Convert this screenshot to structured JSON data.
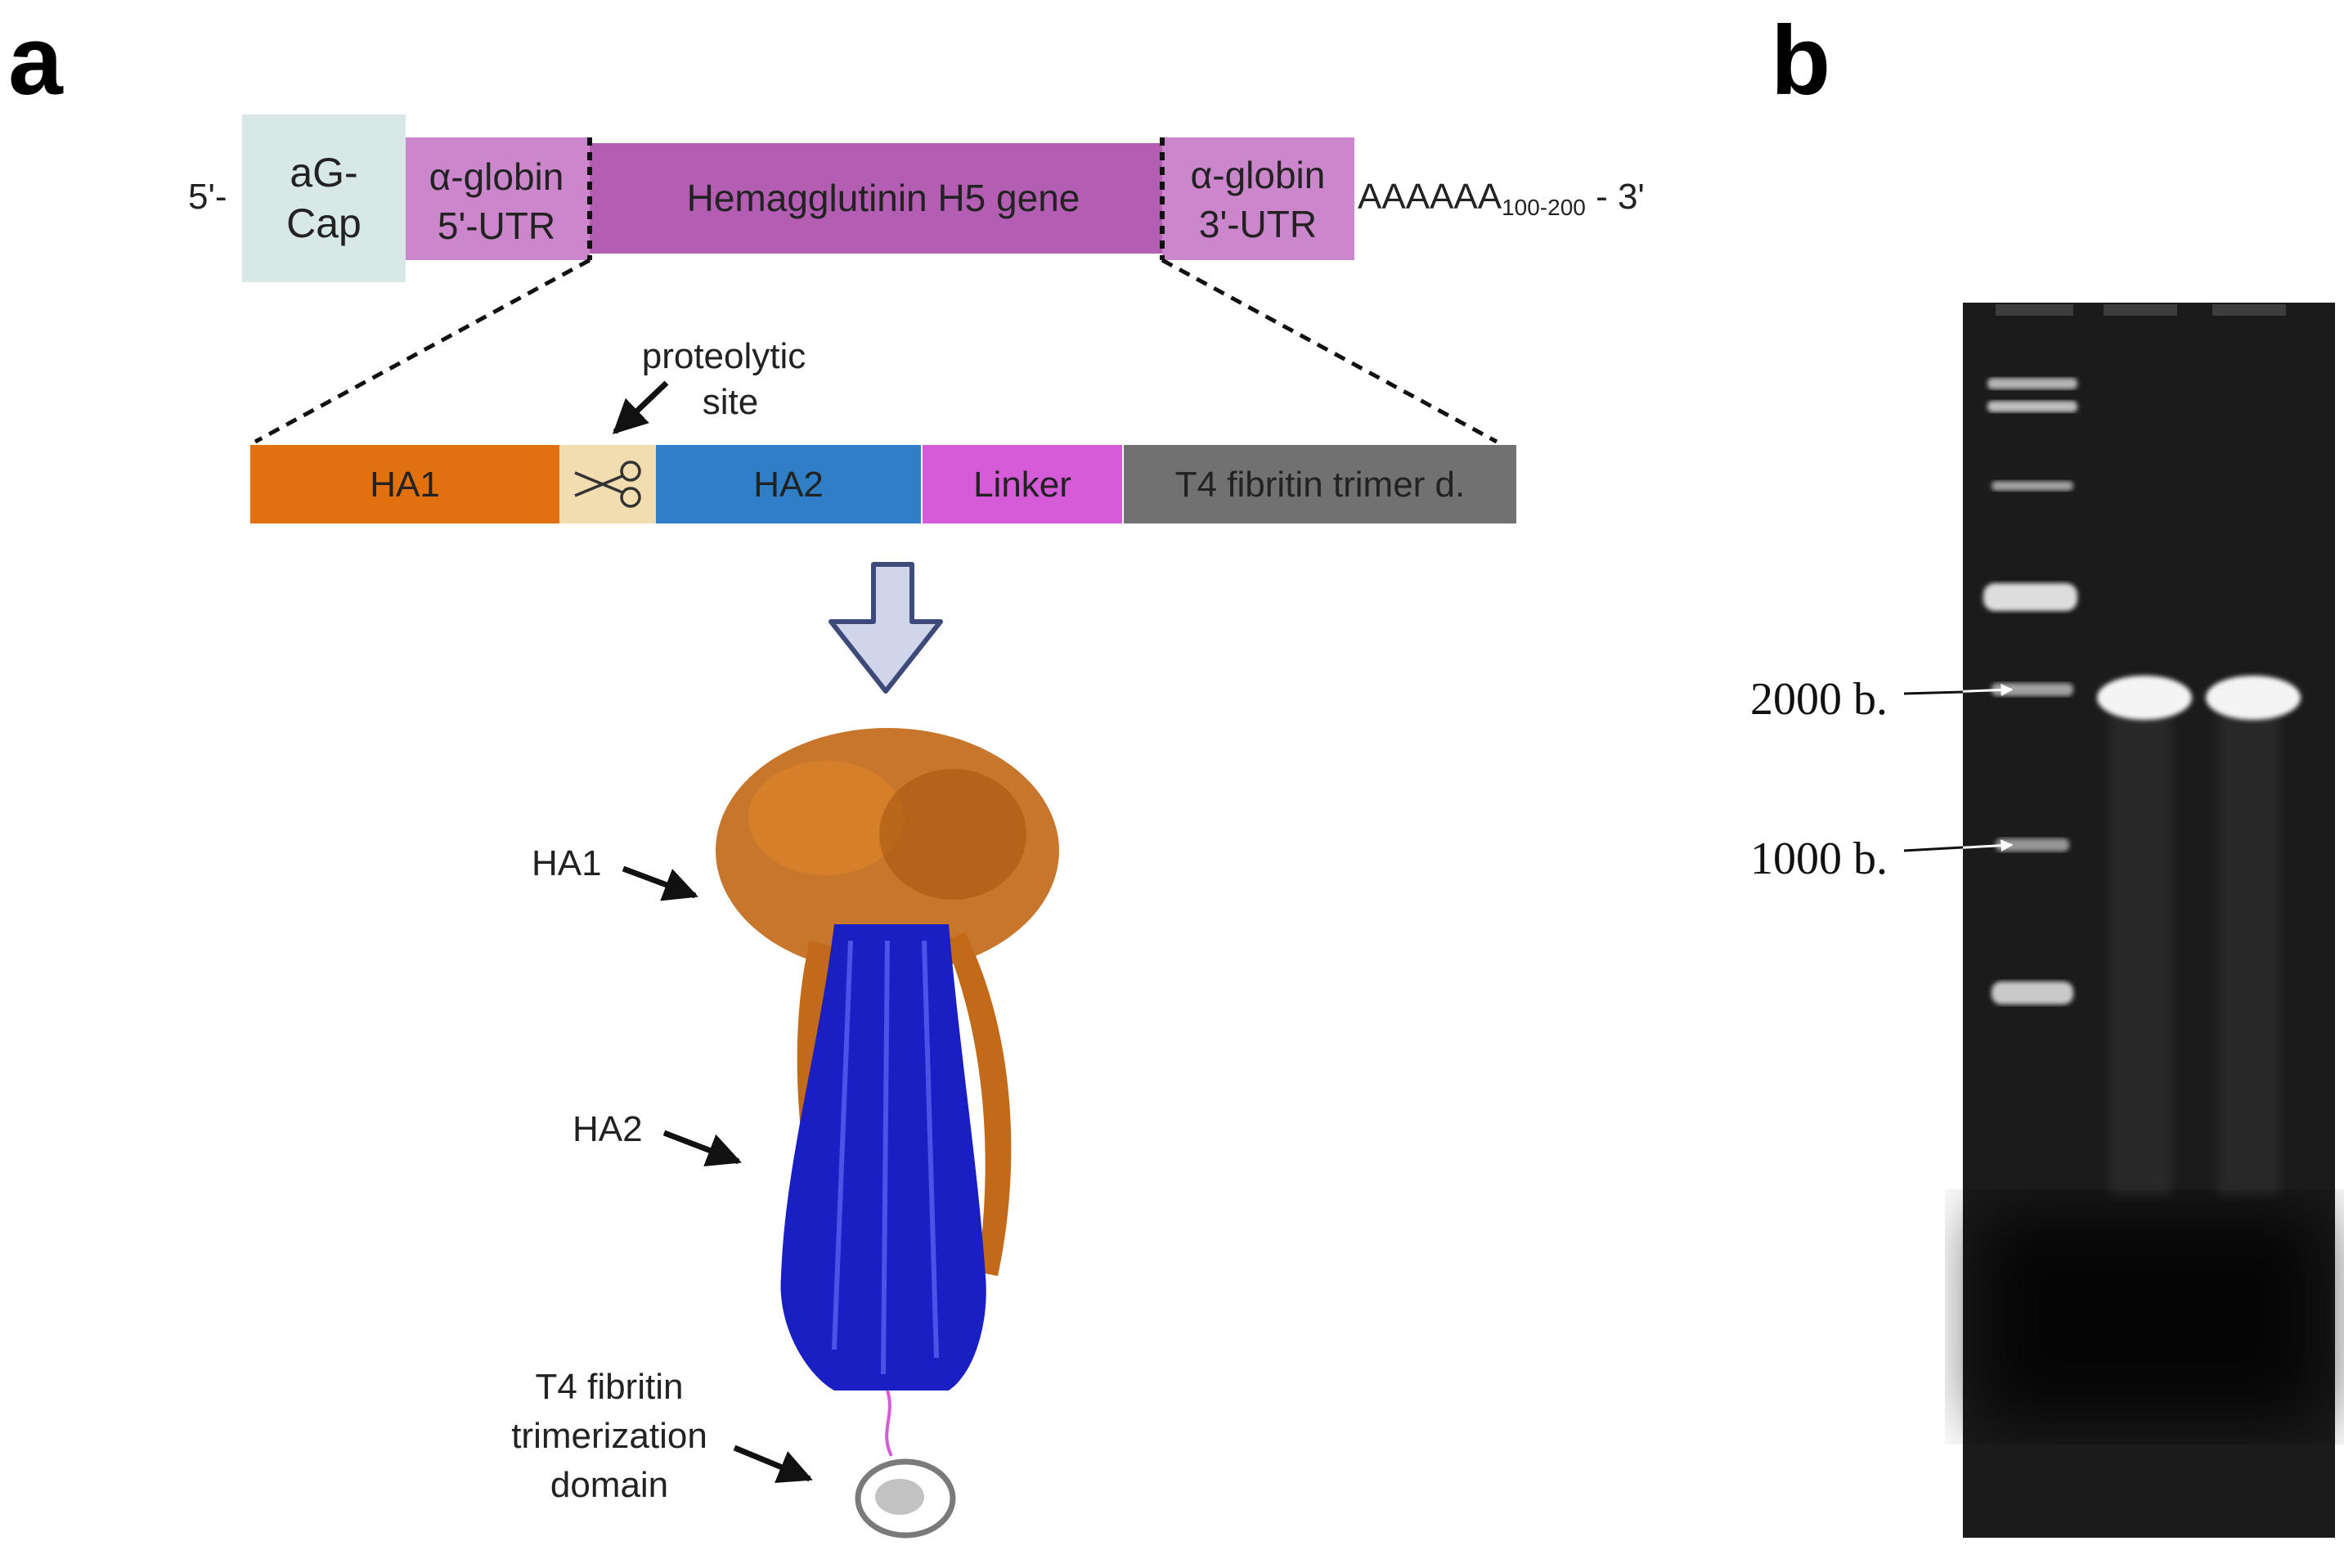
{
  "panels": {
    "a": "a",
    "b": "b"
  },
  "mrna": {
    "five_prime": "5'-",
    "cap_line1": "aG-",
    "cap_line2": "Cap",
    "utr5_line1": "α-globin",
    "utr5_line2": "5'-UTR",
    "gene": "Hemagglutinin H5 gene",
    "utr3_line1": "α-globin",
    "utr3_line2": "3'-UTR",
    "polyA": "AAAAAA",
    "polyA_sub": "100-200",
    "three_prime": " - 3'"
  },
  "colors": {
    "cap": "#d7e8e6",
    "utr": "#cc86cc",
    "gene": "#b35db3",
    "ha1": "#e0710e",
    "site": "#f2ddb0",
    "ha2": "#2f7ec6",
    "linker": "#d65bd8",
    "t4": "#717171",
    "arrow_fill": "#cfd6ea",
    "arrow_stroke": "#3d4a7a",
    "protein_orange": "#c36a1a",
    "protein_blue": "#1a1fc4",
    "protein_gray": "#7a7a7a"
  },
  "construct": {
    "proteolytic_line1": "proteolytic",
    "proteolytic_line2": "site",
    "ha1": "HA1",
    "ha2": "HA2",
    "linker": "Linker",
    "t4": "T4 fibritin trimer d.",
    "scissors_icon": "scissors-icon"
  },
  "structure": {
    "ha1": "HA1",
    "ha2": "HA2",
    "t4_line1": "T4 fibritin",
    "t4_line2": "trimerization",
    "t4_line3": "domain"
  },
  "gel": {
    "marker_2000": "2000 b.",
    "marker_1000": "1000 b."
  }
}
